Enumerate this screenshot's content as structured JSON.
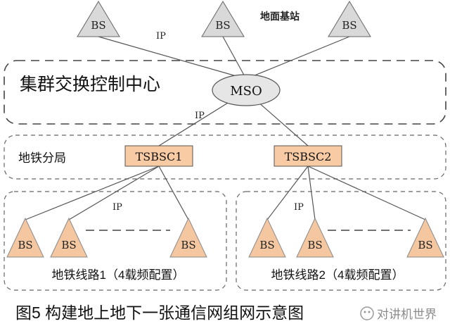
{
  "ground": {
    "label": "地面基站",
    "stations": [
      "BS",
      "BS",
      "BS"
    ]
  },
  "links": {
    "ip_top": "IP",
    "ip_mid": "IP",
    "ip_line1": "IP",
    "ip_line2": "IP"
  },
  "center": {
    "label": "集群交换控制中心",
    "mso": "MSO"
  },
  "bureau": {
    "label": "地铁分局",
    "controllers": [
      "TSBSC1",
      "TSBSC2"
    ]
  },
  "line1": {
    "stations": [
      "BS",
      "BS",
      "BS"
    ],
    "label": "地铁线路1（4载频配置）"
  },
  "line2": {
    "stations": [
      "BS",
      "BS",
      "BS"
    ],
    "label": "地铁线路2（4载频配置）"
  },
  "caption": "图5 构建地上地下一张通信网组网示意图",
  "watermark": "对讲机世界",
  "colors": {
    "ground_bs_fill": "#d9d9d9",
    "tunnel_bs_fill": "#f4c7a1",
    "controller_fill": "#f8cba4",
    "mso_fill": "#e6e6e6",
    "line": "#555555",
    "dash": "#444444"
  }
}
